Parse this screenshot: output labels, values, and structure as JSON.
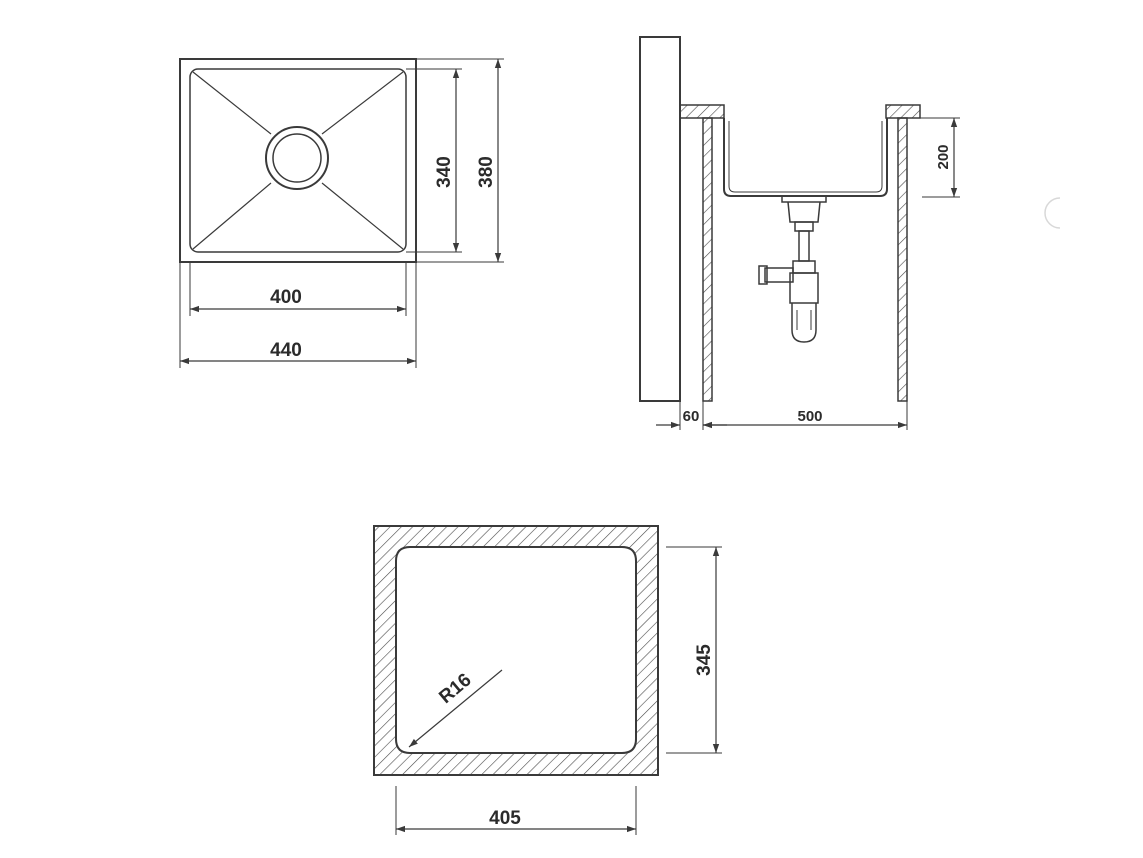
{
  "top_view": {
    "inner_width": "400",
    "outer_width": "440",
    "inner_depth": "340",
    "outer_depth": "380"
  },
  "side_view": {
    "bowl_depth": "200",
    "wall_gap": "60",
    "cabinet_width": "500"
  },
  "cutout_view": {
    "width": "405",
    "depth": "345",
    "corner_radius": "R16"
  },
  "colors": {
    "line": "#3a3a3a",
    "text": "#2b2b2b",
    "background": "#ffffff"
  }
}
